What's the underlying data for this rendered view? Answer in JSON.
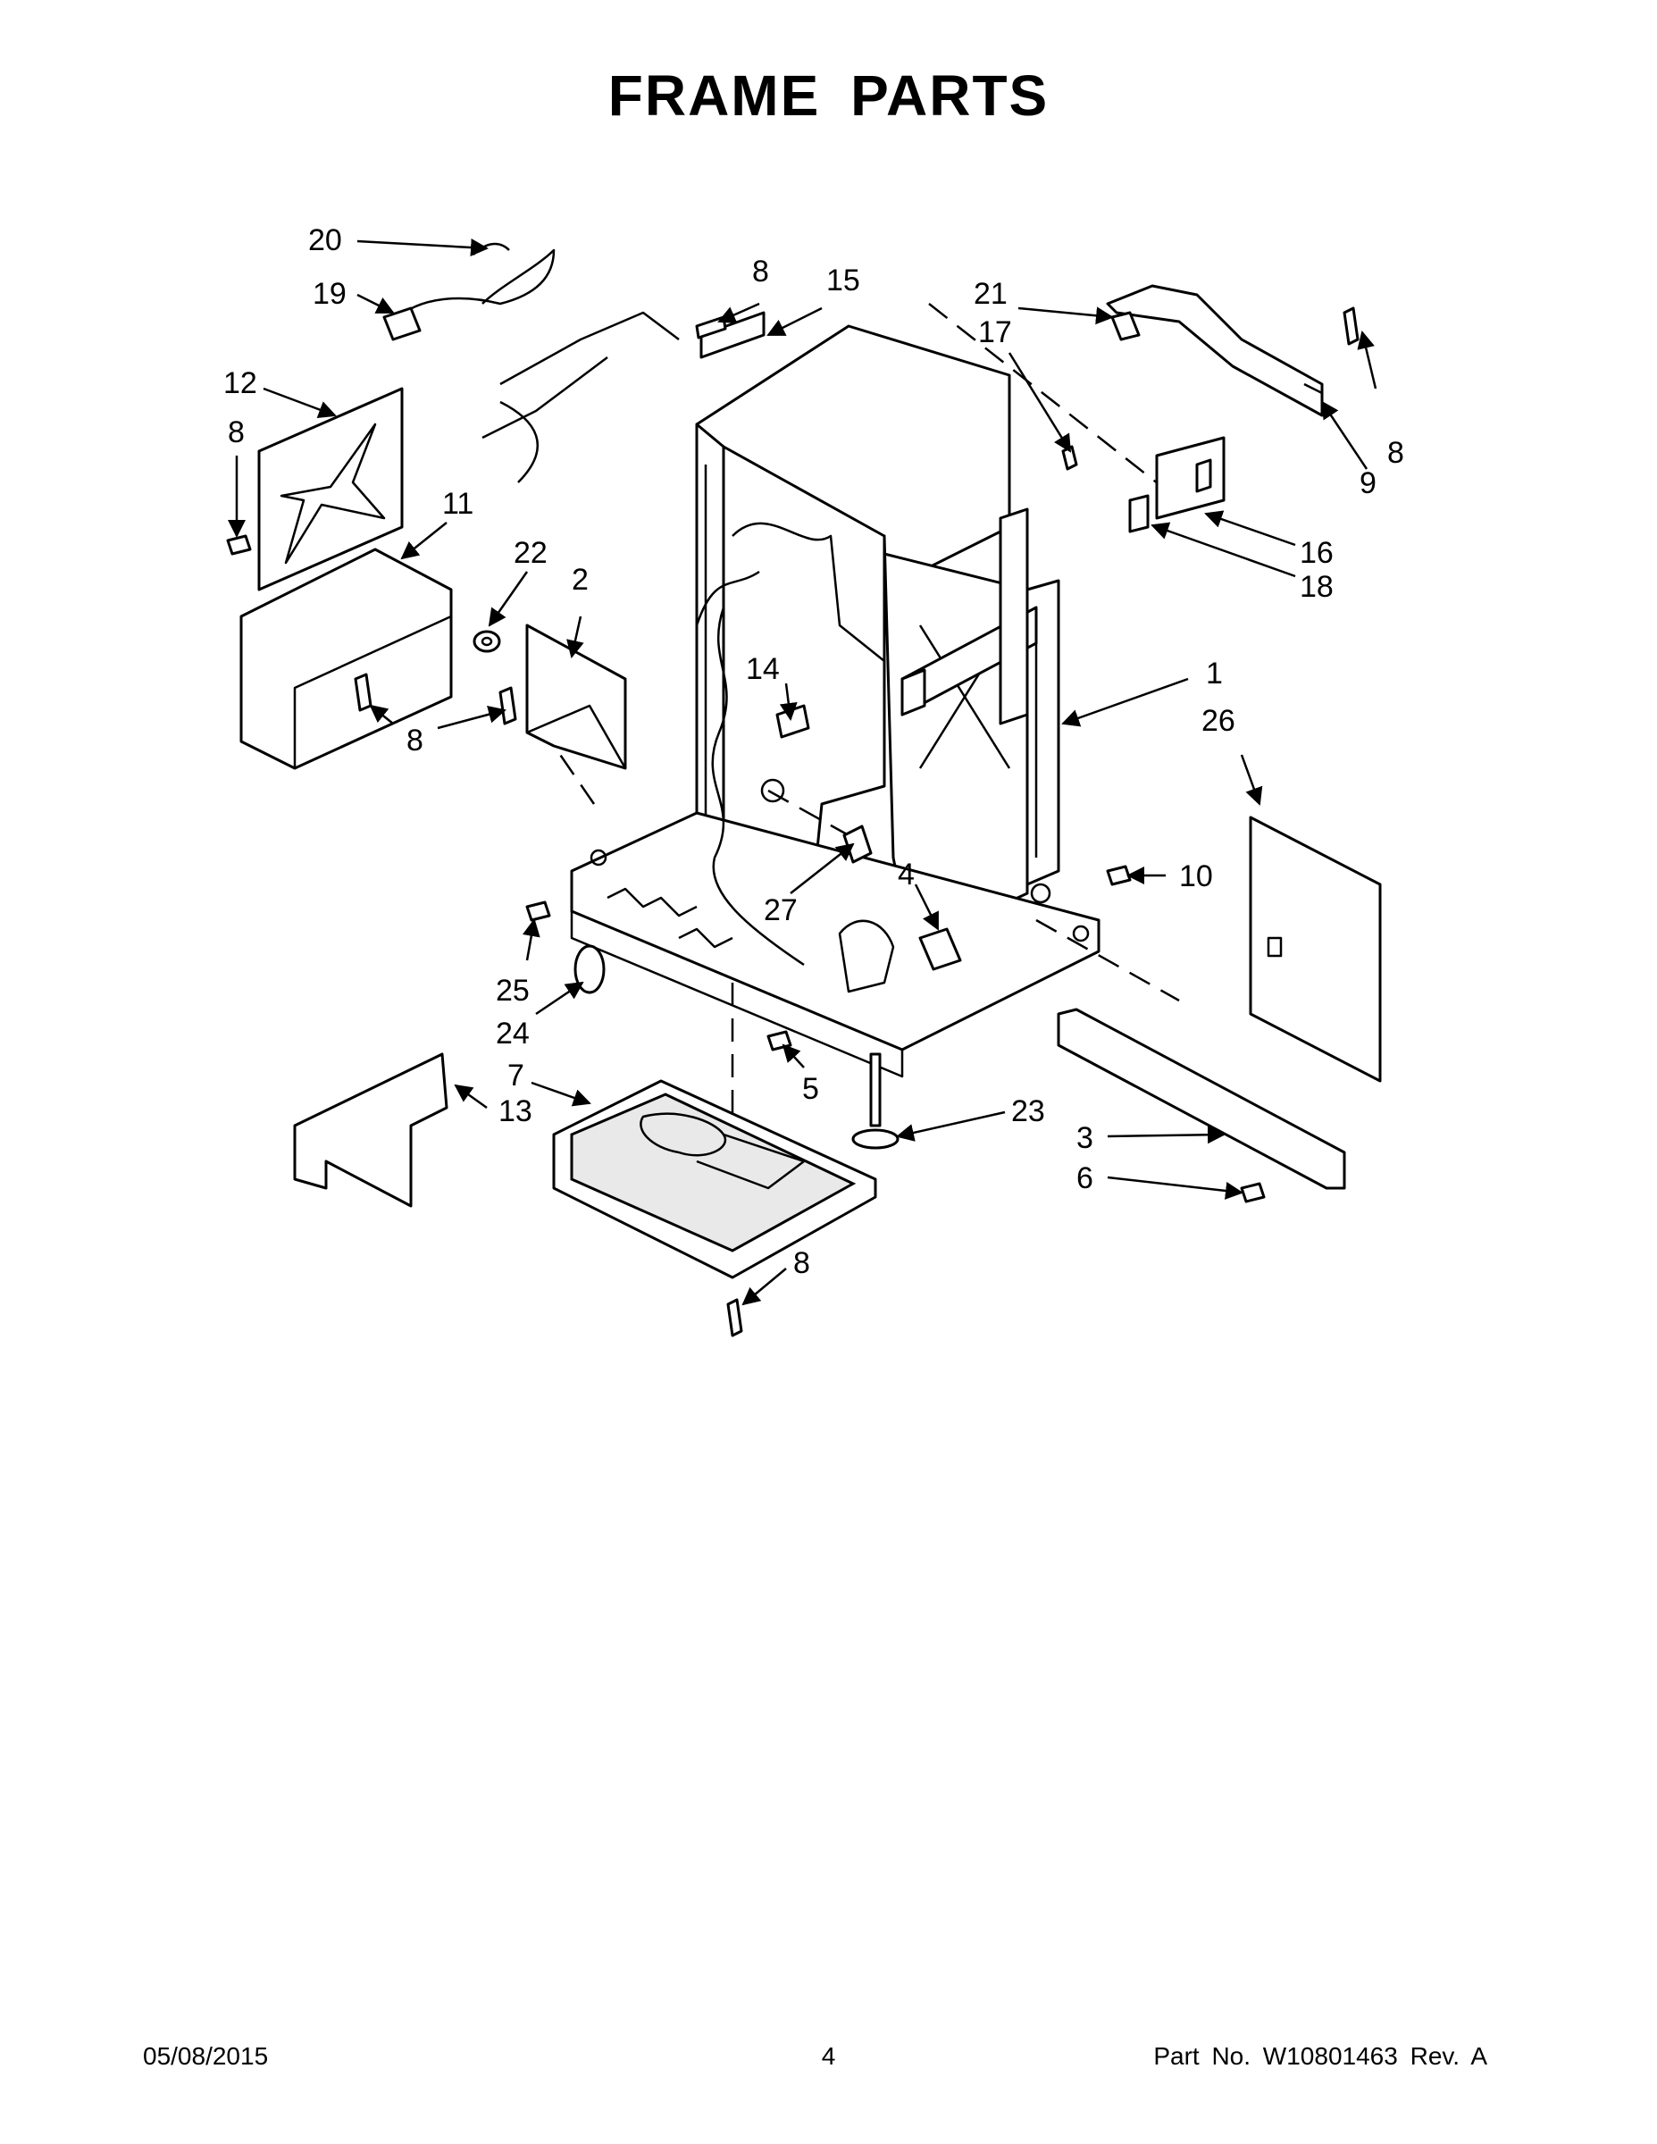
{
  "page": {
    "title": "FRAME PARTS"
  },
  "callouts": {
    "c1": "1",
    "c2": "2",
    "c3": "3",
    "c4": "4",
    "c5": "5",
    "c6": "6",
    "c7": "7",
    "c8": "8",
    "c9": "9",
    "c10": "10",
    "c11": "11",
    "c12": "12",
    "c13": "13",
    "c14": "14",
    "c15": "15",
    "c16": "16",
    "c17": "17",
    "c18": "18",
    "c19": "19",
    "c20": "20",
    "c21": "21",
    "c22": "22",
    "c23": "23",
    "c24": "24",
    "c25": "25",
    "c26": "26",
    "c27": "27"
  },
  "footer": {
    "date": "05/08/2015",
    "page_number": "4",
    "part_no": "Part No.  W10801463  Rev.  A"
  }
}
